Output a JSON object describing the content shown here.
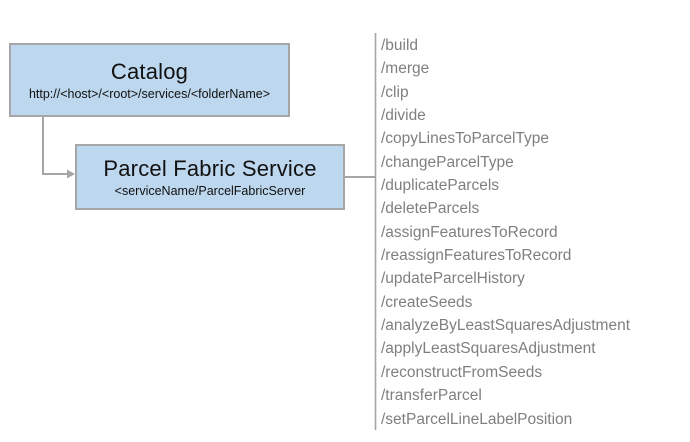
{
  "diagram": {
    "catalog_box": {
      "title": "Catalog",
      "subtitle": "http://<host>/<root>/services/<folderName>"
    },
    "service_box": {
      "title": "Parcel Fabric Service",
      "subtitle": "<serviceName/ParcelFabricServer"
    },
    "endpoints": [
      "/build",
      "/merge",
      "/clip",
      "/divide",
      "/copyLinesToParcelType",
      "/changeParcelType",
      "/duplicateParcels",
      "/deleteParcels",
      "/assignFeaturesToRecord",
      "/reassignFeaturesToRecord",
      "/updateParcelHistory",
      "/createSeeds",
      "/analyzeByLeastSquaresAdjustment",
      "/applyLeastSquaresAdjustment",
      "/reconstructFromSeeds",
      "/transferParcel",
      "/setParcelLineLabelPosition"
    ],
    "colors": {
      "box_fill": "#BDD7EE",
      "box_border": "#A6A6A6",
      "connector": "#A6A6A6",
      "endpoint_text": "#7F7F7F",
      "title_text": "#111111",
      "background": "#FFFFFF"
    }
  }
}
